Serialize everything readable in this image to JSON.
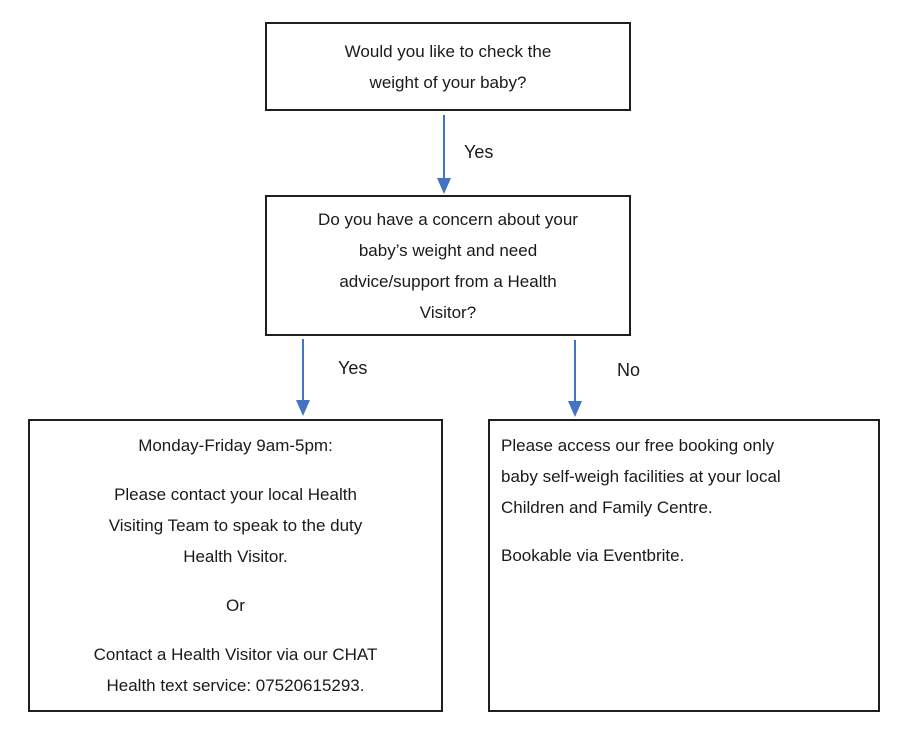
{
  "flowchart": {
    "nodes": {
      "q1": {
        "lines": [
          "Would you like to check the",
          "weight of your baby?"
        ]
      },
      "q2": {
        "lines": [
          "Do you have a concern about your",
          "baby’s weight and need",
          "advice/support from a Health",
          "Visitor?"
        ]
      },
      "outcome_yes": {
        "paragraphs": [
          [
            "Monday-Friday 9am-5pm:"
          ],
          [
            "Please contact your local Health",
            "Visiting Team to speak to the duty",
            "Health Visitor."
          ],
          [
            "Or"
          ],
          [
            "Contact a Health Visitor via our CHAT",
            "Health text service: 07520615293."
          ]
        ]
      },
      "outcome_no": {
        "paragraphs": [
          [
            "Please access our free booking only",
            "baby self-weigh facilities at your local",
            "Children and Family Centre."
          ],
          [
            "Bookable via Eventbrite."
          ]
        ]
      }
    },
    "edges": {
      "q1_to_q2": {
        "label": "Yes"
      },
      "q2_to_outcome_yes": {
        "label": "Yes"
      },
      "q2_to_outcome_no": {
        "label": "No"
      }
    },
    "colors": {
      "arrow": "#4472c4",
      "border": "#1f1f1f",
      "text": "#1a1a1a",
      "background": "#ffffff"
    }
  }
}
